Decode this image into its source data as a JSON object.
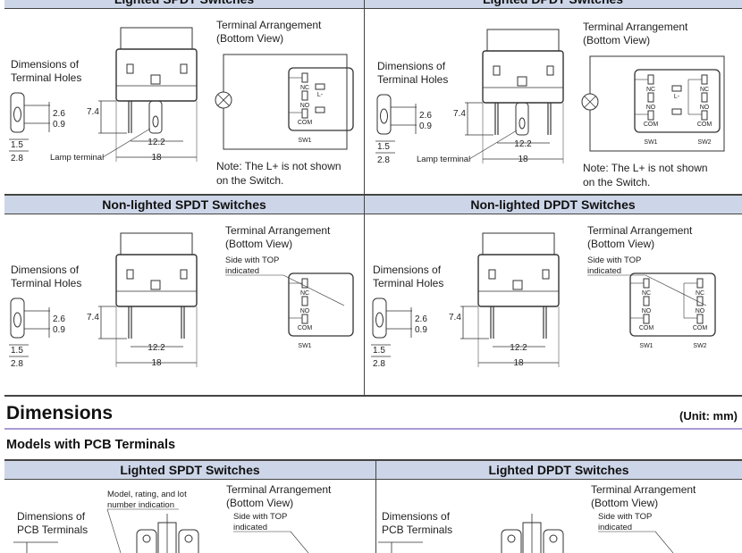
{
  "top_table": {
    "headers": [
      "Lighted SPDT Switches",
      "Lighted DPDT Switches",
      "Non-lighted SPDT Switches",
      "Non-lighted DPDT Switches"
    ]
  },
  "labels": {
    "holes_1": "Dimensions of",
    "holes_2": "Terminal Holes",
    "arr_1": "Terminal Arrangement",
    "arr_2": "(Bottom View)",
    "note_1": "Note: The L+ is not shown",
    "note_2": "on the Switch.",
    "lamp_terminal": "Lamp terminal",
    "side_top_1": "Side with TOP",
    "side_top_2": "indicated",
    "nc": "NC",
    "no": "NO",
    "com": "COM",
    "l": "L-",
    "sw1": "SW1",
    "sw2": "SW2",
    "d26": "2.6",
    "d09": "0.9",
    "d74": "7.4",
    "d15": "1.5",
    "d28": "2.8",
    "d122": "12.2",
    "d18": "18"
  },
  "section": {
    "title": "Dimensions",
    "unit": "(Unit: mm)",
    "subtitle": "Models with PCB Terminals"
  },
  "pcb_table": {
    "headers": [
      "Lighted SPDT Switches",
      "Lighted DPDT Switches"
    ],
    "pcb_1": "Dimensions of",
    "pcb_2": "PCB Terminals",
    "model_1": "Model, rating, and lot",
    "model_2": "number indication"
  }
}
